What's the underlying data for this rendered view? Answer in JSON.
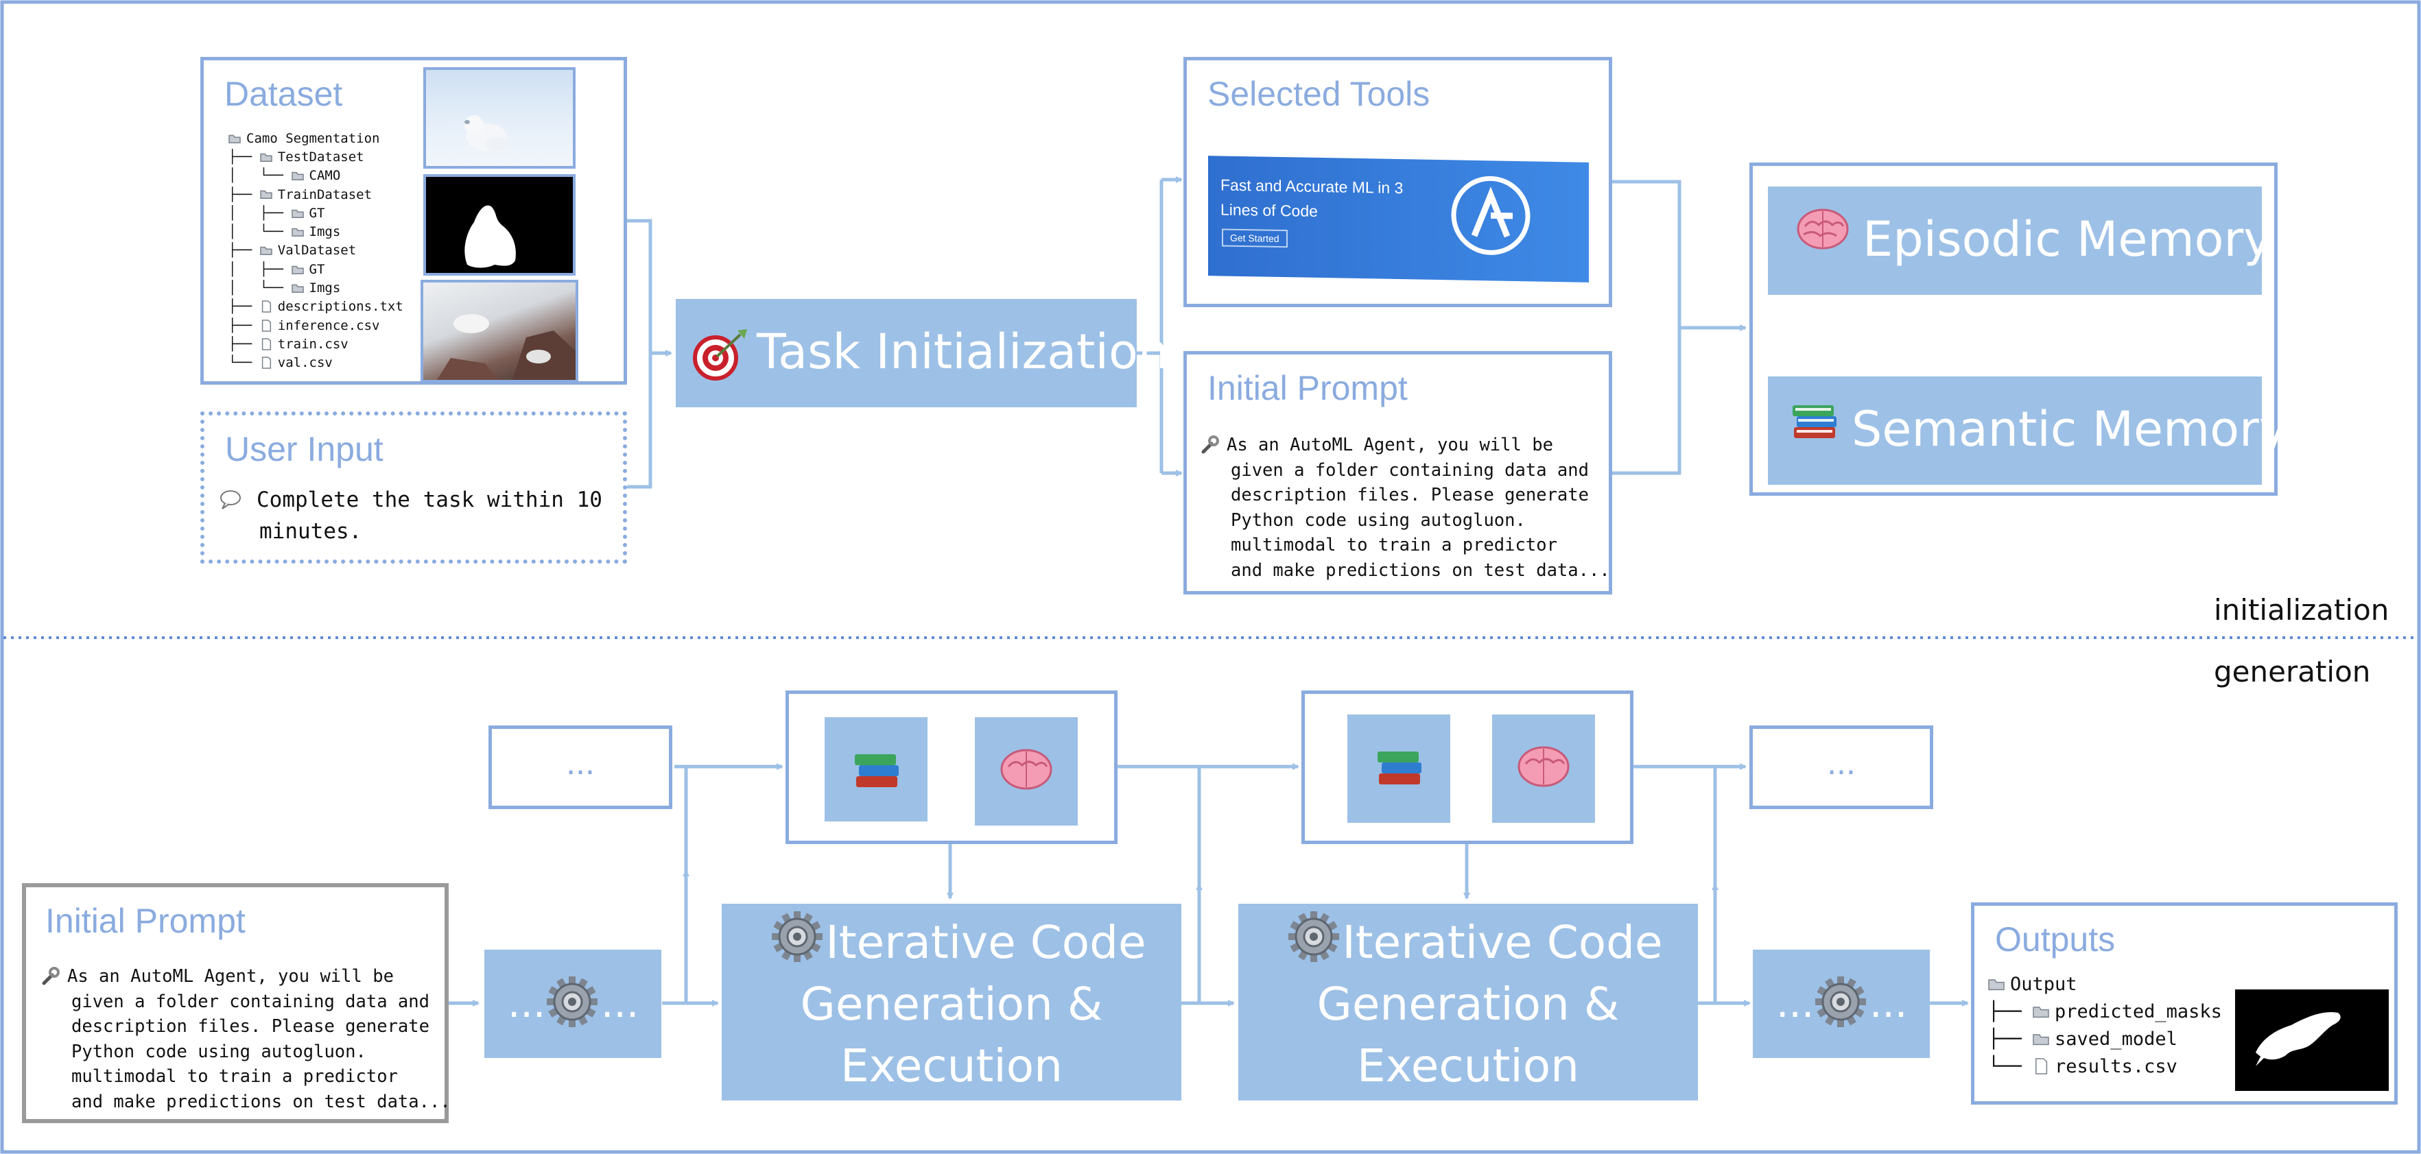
{
  "stages": {
    "initialization": "initialization",
    "generation": "generation"
  },
  "dataset": {
    "title": "Dataset",
    "tree": [
      {
        "prefix": "",
        "type": "folder",
        "name": "Camo Segmentation"
      },
      {
        "prefix": "├── ",
        "type": "folder",
        "name": "TestDataset"
      },
      {
        "prefix": "│   └── ",
        "type": "folder",
        "name": "CAMO"
      },
      {
        "prefix": "├── ",
        "type": "folder",
        "name": "TrainDataset"
      },
      {
        "prefix": "│   ├── ",
        "type": "folder",
        "name": "GT"
      },
      {
        "prefix": "│   └── ",
        "type": "folder",
        "name": "Imgs"
      },
      {
        "prefix": "├── ",
        "type": "folder",
        "name": "ValDataset"
      },
      {
        "prefix": "│   ├── ",
        "type": "folder",
        "name": "GT"
      },
      {
        "prefix": "│   └── ",
        "type": "folder",
        "name": "Imgs"
      },
      {
        "prefix": "├── ",
        "type": "file",
        "name": "descriptions.txt"
      },
      {
        "prefix": "├── ",
        "type": "file",
        "name": "inference.csv"
      },
      {
        "prefix": "├── ",
        "type": "file",
        "name": "train.csv"
      },
      {
        "prefix": "└── ",
        "type": "file",
        "name": "val.csv"
      }
    ]
  },
  "user_input": {
    "title": "User Input",
    "text_line1": "Complete the task within 10",
    "text_line2": "minutes."
  },
  "task_init": {
    "label": "Task Initialization"
  },
  "selected_tools": {
    "title": "Selected Tools",
    "banner_line1": "Fast and Accurate ML in 3",
    "banner_line2": "Lines of Code",
    "banner_button": "Get Started"
  },
  "initial_prompt_top": {
    "title": "Initial Prompt",
    "lines": [
      "As an AutoML Agent, you will be",
      "given a folder containing data and",
      "description files. Please generate",
      "Python code using autogluon.",
      "multimodal to train a predictor",
      "and make predictions on test data..."
    ]
  },
  "memory": {
    "episodic": "Episodic Memory",
    "semantic": "Semantic Memory"
  },
  "generation": {
    "ellipsis": "...",
    "gear_ellipsis_left": "...",
    "gear_ellipsis_right": "...",
    "iter_line1": "Iterative Code",
    "iter_line2": "Generation &",
    "iter_line3": "Execution"
  },
  "initial_prompt_bottom": {
    "title": "Initial Prompt",
    "lines": [
      "As an AutoML Agent, you will be",
      "given a folder containing data and",
      "description files. Please generate",
      "Python code using autogluon.",
      "multimodal to train a predictor",
      "and make predictions on test data..."
    ]
  },
  "outputs": {
    "title": "Outputs",
    "tree": [
      {
        "prefix": "",
        "type": "folder",
        "name": "Output"
      },
      {
        "prefix": "├── ",
        "type": "folder",
        "name": "predicted_masks"
      },
      {
        "prefix": "├── ",
        "type": "folder",
        "name": "saved_model"
      },
      {
        "prefix": "└── ",
        "type": "file",
        "name": "results.csv"
      }
    ]
  },
  "colors": {
    "accent": "#8aabdf",
    "block_fill": "#9dc0e6",
    "banner": "#3a86e0",
    "frame_grey": "#9a9a9a"
  },
  "icons": [
    "target-icon",
    "brain-icon",
    "books-icon",
    "gear-icon",
    "wrench-icon",
    "speech-bubble-icon",
    "folder-icon",
    "file-icon",
    "autogluon-logo-icon"
  ]
}
